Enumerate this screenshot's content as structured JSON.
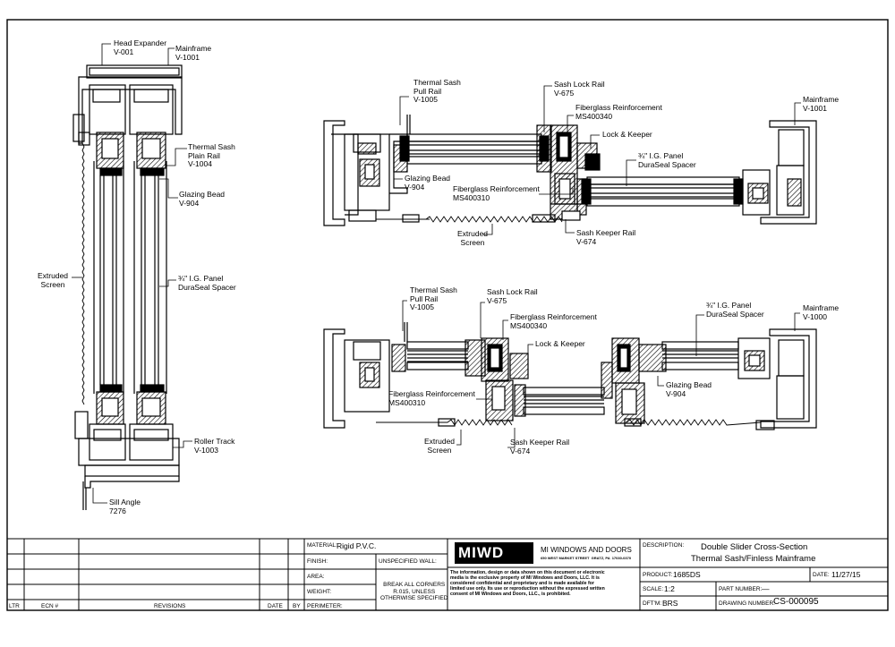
{
  "labels": {
    "v_head_expander": "Head Expander\nV-001",
    "v_mainframe": "Mainframe\nV-1001",
    "v_thermal_plain": "Thermal Sash\nPlain Rail\nV-1004",
    "v_glazing_bead": "Glazing Bead\nV-904",
    "v_extruded_screen": "Extruded\nScreen",
    "v_ig_panel": "¾\" I.G. Panel\nDuraSeal Spacer",
    "v_roller_track": "Roller Track\nV-1003",
    "v_sill_angle": "Sill Angle\n7276",
    "t_thermal_pull": "Thermal Sash\nPull Rail\nV-1005",
    "t_sash_lock": "Sash Lock Rail\nV-675",
    "t_fiberglass_top": "Fiberglass Reinforcement\nMS400340",
    "t_lock_keeper": "Lock & Keeper",
    "t_ig_panel": "¾\" I.G. Panel\nDuraSeal Spacer",
    "t_mainframe": "Mainframe\nV-1001",
    "t_glazing_bead": "Glazing Bead\nV-904",
    "t_fiberglass_mid": "Fiberglass Reinforcement\nMS400310",
    "t_extruded_screen": "Extruded\nScreen",
    "t_sash_keeper": "Sash Keeper Rail\nV-674",
    "b_thermal_pull": "Thermal Sash\nPull Rail\nV-1005",
    "b_sash_lock": "Sash Lock Rail\nV-675",
    "b_fiberglass_top": "Fiberglass Reinforcement\nMS400340",
    "b_lock_keeper": "Lock & Keeper",
    "b_ig_panel": "¾\" I.G. Panel\nDuraSeal Spacer",
    "b_mainframe": "Mainframe\nV-1000",
    "b_glazing_bead": "Glazing Bead\nV-904",
    "b_fiberglass_mid": "Fiberglass Reinforcement\nMS400310",
    "b_extruded_screen": "Extruded\nScreen",
    "b_sash_keeper": "Sash Keeper Rail\nV-674"
  },
  "title_block": {
    "revision_headers": {
      "ltr": "LTR",
      "ecn": "ECN #",
      "revisions": "REVISIONS",
      "date": "DATE",
      "by": "BY"
    },
    "material_label": "MATERIAL:",
    "material_value": "Rigid P.V.C.",
    "finish_label": "FINISH:",
    "unspecified_wall": "UNSPECIFIED WALL:",
    "area_label": "AREA:",
    "weight_label": "WEIGHT:",
    "perimeter_label": "PERIMETER:",
    "break_corners": "BREAK ALL CORNERS\nR.015, UNLESS\nOTHERWISE SPECIFIED",
    "logo_text": "MIWD",
    "company_name": "MI WINDOWS AND DOORS",
    "company_address": "650 WEST MARKET STREET  GRATZ, PA  17030-0370",
    "notice": "The information, design or data shown on this document or electronic\nmedia is the exclusive property of MI Windows and Doors, LLC. It is\nconsidered confidential and proprietary and is made available for\nlimited use only. Its use or reproduction without the expressed written\nconsent of MI Windows and Doors, LLC., is prohibited.",
    "description_label": "DESCRIPTION:",
    "description_line1": "Double Slider Cross-Section",
    "description_line2": "Thermal Sash/Finless Mainframe",
    "product_label": "PRODUCT:",
    "product_value": "1685DS",
    "date_label": "DATE:",
    "date_value": "11/27/15",
    "scale_label": "SCALE:",
    "scale_value": "1:2",
    "part_number_label": "PART NUMBER:",
    "part_number_value": "—",
    "dftm_label": "DFT'M:",
    "dftm_value": "BRS",
    "drawing_number_label": "DRAWING NUMBER:",
    "drawing_number_value": "CS-000095"
  }
}
